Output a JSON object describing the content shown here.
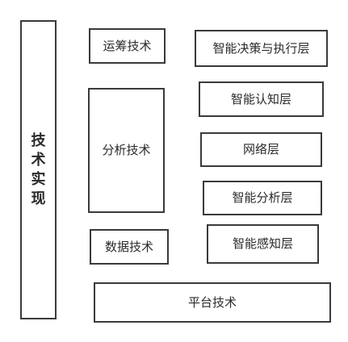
{
  "side_label": [
    "技",
    "术",
    "实",
    "现"
  ],
  "technologies": {
    "operations": "运筹技术",
    "analysis": "分析技术",
    "data": "数据技术",
    "platform": "平台技术"
  },
  "layers": {
    "decision_execution": "智能决策与执行层",
    "cognition": "智能认知层",
    "network": "网络层",
    "analysis": "智能分析层",
    "perception": "智能感知层"
  }
}
